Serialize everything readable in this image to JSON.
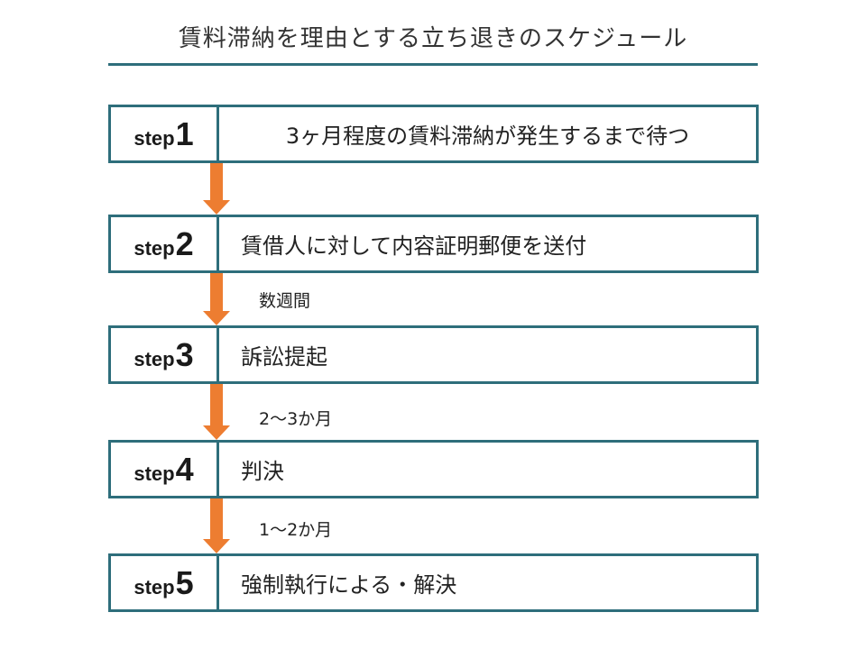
{
  "title": "賃料滞納を理由とする立ち退きのスケジュール",
  "step_word": "step",
  "steps": [
    {
      "num": "1",
      "text": "3ヶ月程度の賃料滞納が発生するまで待つ"
    },
    {
      "num": "2",
      "text": "賃借人に対して内容証明郵便を送付"
    },
    {
      "num": "3",
      "text": "訴訟提起"
    },
    {
      "num": "4",
      "text": "判決"
    },
    {
      "num": "5",
      "text": "強制執行による・解決"
    }
  ],
  "gaps": [
    "",
    "数週間",
    "2〜3か月",
    "1〜2か月"
  ],
  "colors": {
    "accent": "#2e6e7b",
    "arrow": "#ed7d31"
  }
}
